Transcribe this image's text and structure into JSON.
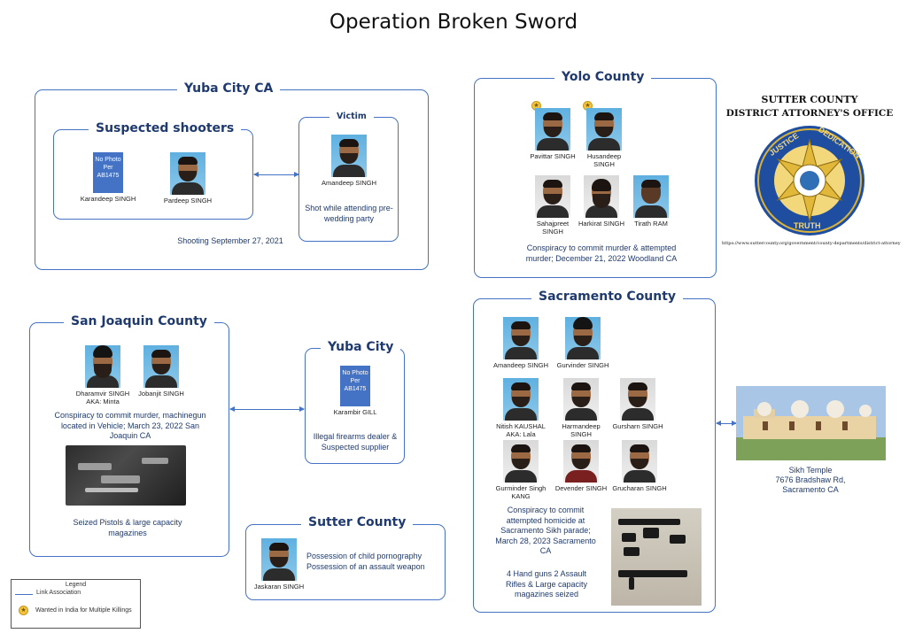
{
  "title": "Operation Broken Sword",
  "yuba_city_ca": {
    "title": "Yuba City CA",
    "shooters": {
      "title": "Suspected shooters",
      "people": [
        {
          "name": "Karandeep SINGH",
          "photo": "No Photo Per AB1475"
        },
        {
          "name": "Pardeep SINGH"
        }
      ]
    },
    "victim": {
      "title": "Victim",
      "name": "Amandeep SINGH",
      "note": "Shot while attending pre-wedding party"
    },
    "caption": "Shooting September 27, 2021"
  },
  "yolo": {
    "title": "Yolo County",
    "people": [
      "Pavittar SINGH",
      "Husandeep SINGH",
      "Sahajpreet SINGH",
      "Harkirat SINGH",
      "Tirath RAM"
    ],
    "caption": "Conspiracy to commit murder & attempted murder; December 21, 2022 Woodland CA"
  },
  "da": {
    "line1": "SUTTER COUNTY",
    "line2": "DISTRICT ATTORNEY'S OFFICE",
    "seal_top_left": "JUSTICE",
    "seal_top_right": "DEDICATION",
    "seal_bottom": "TRUTH",
    "url": "https://www.suttercounty.org/government/county-departments/district-attorney"
  },
  "san_joaquin": {
    "title": "San Joaquin County",
    "people": [
      {
        "name": "Dharamvir SINGH",
        "aka": "AKA: Minta"
      },
      {
        "name": "Jobanjit SINGH"
      }
    ],
    "caption": "Conspiracy to commit murder, machinegun located in Vehicle; March 23, 2022 San Joaquin CA",
    "seized": "Seized Pistols & large capacity magazines"
  },
  "yuba_city": {
    "title": "Yuba City",
    "name": "Karambir GILL",
    "photo": "No Photo Per AB1475",
    "caption": "Illegal firearms dealer & Suspected supplier"
  },
  "sutter": {
    "title": "Sutter County",
    "name": "Jaskaran SINGH",
    "line1": "Possession of child pornography",
    "line2": "Possession of an assault weapon"
  },
  "sacramento": {
    "title": "Sacramento County",
    "people": [
      {
        "name": "Amandeep SINGH"
      },
      {
        "name": "Gurvinder SINGH"
      },
      {
        "name": "Nitish KAUSHAL",
        "aka": "AKA: Lala"
      },
      {
        "name": "Harmandeep SINGH"
      },
      {
        "name": "Gursharn SINGH"
      },
      {
        "name": "Gurminder Singh KANG"
      },
      {
        "name": "Devender SINGH"
      },
      {
        "name": "Grucharan SINGH"
      }
    ],
    "caption": "Conspiracy to commit attempted homicide at Sacramento Sikh parade; March 28, 2023 Sacramento CA",
    "seized": "4 Hand guns 2 Assault Rifles & Large capacity magazines seized"
  },
  "temple": {
    "line1": "Sikh Temple",
    "line2": "7676 Bradshaw Rd,",
    "line3": "Sacramento CA"
  },
  "legend": {
    "title": "Legend",
    "link": "Link Association",
    "wanted": "Wanted in India for Multiple Killings",
    "badge_color": "#f3c440"
  },
  "colors": {
    "box_border": "#4472c4",
    "text": "#1f3a6e"
  }
}
